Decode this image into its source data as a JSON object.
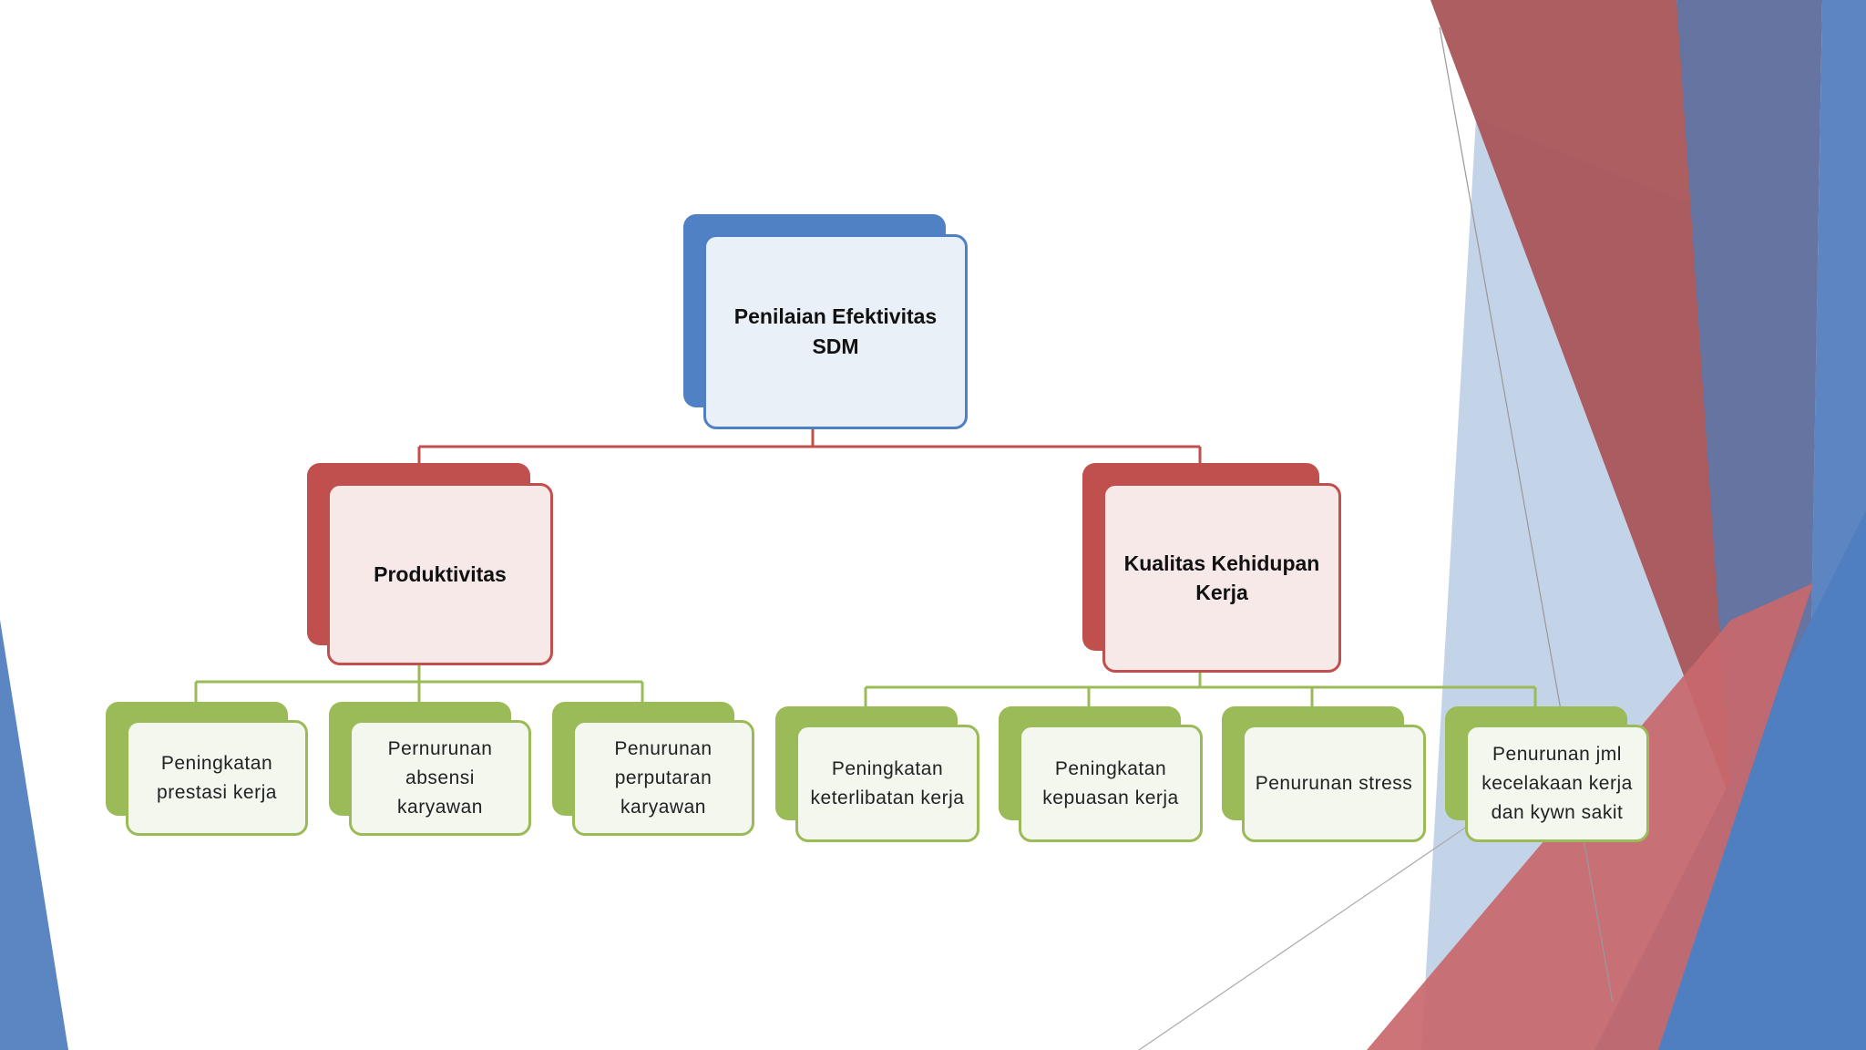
{
  "colors": {
    "root": "#4f81c4",
    "level1": "#c0504d",
    "level2": "#9bbb59",
    "connector_top": "#c0504d",
    "connector_bottom": "#9bbb59"
  },
  "diagram": {
    "root": {
      "label": "Penilaian Efektivitas\nSDM"
    },
    "branches": [
      {
        "label": "Produktivitas",
        "children": [
          "Peningkatan\nprestasi kerja",
          "Pernurunan\nabsensi karyawan",
          "Penurunan\nperputaran\nkaryawan"
        ]
      },
      {
        "label": "Kualitas Kehidupan\nKerja",
        "children": [
          "Peningkatan\nketerlibatan kerja",
          "Peningkatan\nkepuasan kerja",
          "Penurunan stress",
          "Penurunan jml\nkecelakaan kerja\ndan kywn sakit"
        ]
      }
    ]
  }
}
